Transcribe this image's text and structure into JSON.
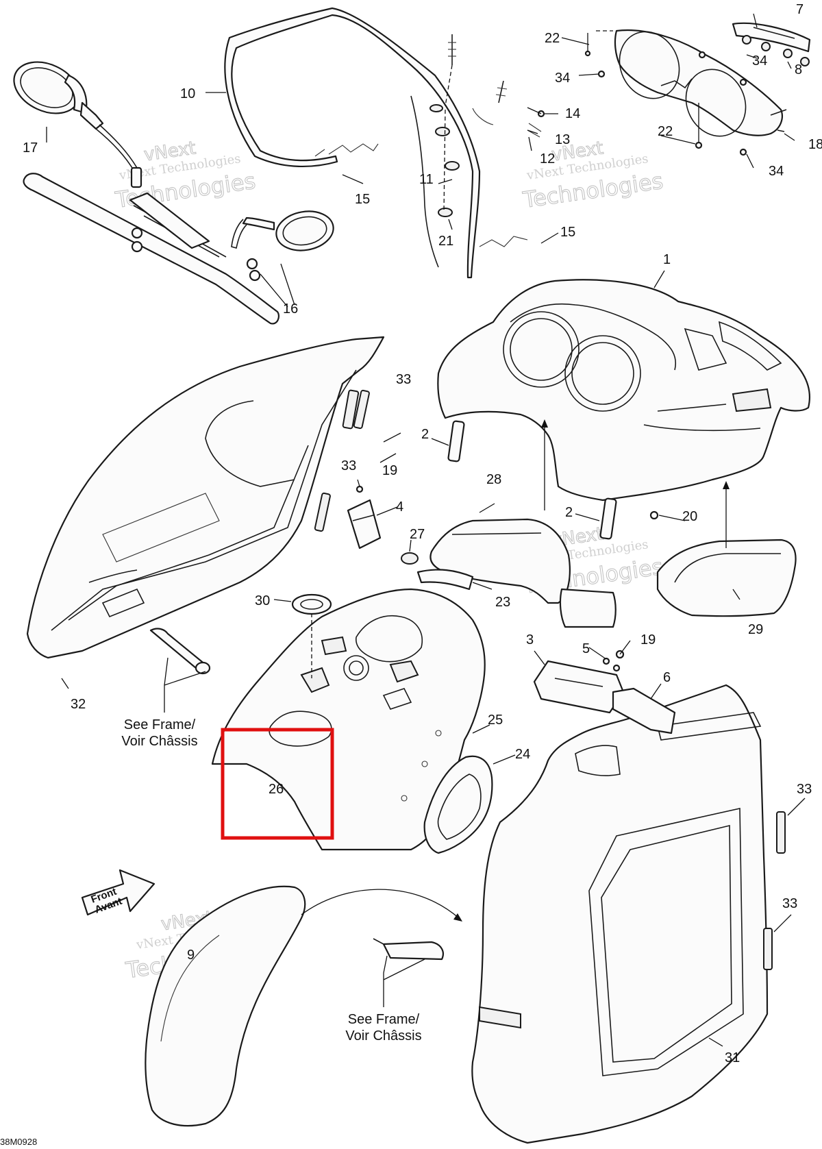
{
  "diagram_code": "38M0928",
  "note_see_frame": [
    "See Frame/",
    "Voir Châssis"
  ],
  "front_arrow": [
    "Front",
    "Avant"
  ],
  "watermark_small": "vNext Technologies",
  "watermark_large": "Technologies",
  "watermark_top": "vNext",
  "highlight_color": "#e01010",
  "callouts": {
    "c1": "1",
    "c2a": "2",
    "c2b": "2",
    "c3": "3",
    "c4": "4",
    "c5": "5",
    "c6": "6",
    "c7": "7",
    "c8": "8",
    "c9": "9",
    "c10": "10",
    "c11": "11",
    "c12": "12",
    "c13": "13",
    "c14": "14",
    "c15a": "15",
    "c15b": "15",
    "c16": "16",
    "c17": "17",
    "c18": "18",
    "c19a": "19",
    "c19b": "19",
    "c20": "20",
    "c21": "21",
    "c22a": "22",
    "c22b": "22",
    "c23": "23",
    "c24": "24",
    "c25": "25",
    "c26": "26",
    "c27": "27",
    "c28": "28",
    "c29": "29",
    "c30": "30",
    "c31": "31",
    "c32": "32",
    "c33a": "33",
    "c33b": "33",
    "c33c": "33",
    "c33d": "33",
    "c34a": "34",
    "c34b": "34",
    "c34c": "34"
  }
}
